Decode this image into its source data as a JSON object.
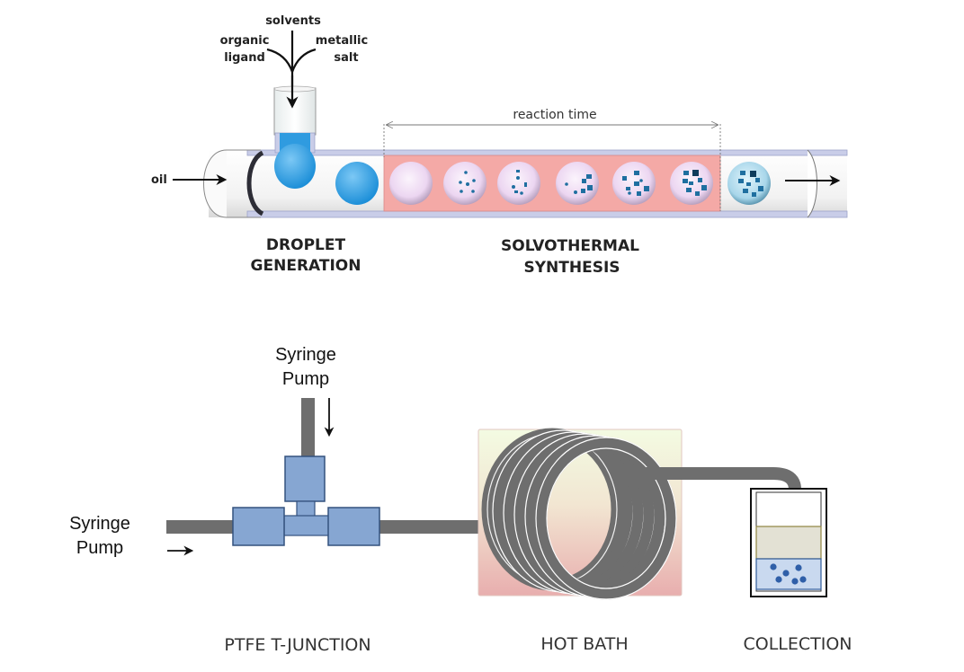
{
  "top_diagram": {
    "inputs": {
      "solvents": "solvents",
      "organic_ligand": [
        "organic",
        "ligand"
      ],
      "metallic_salt": [
        "metallic",
        "salt"
      ],
      "oil": "oil"
    },
    "reaction_time_label": "reaction time",
    "stage_labels": {
      "droplet_generation": [
        "DROPLET",
        "GENERATION"
      ],
      "solvothermal_synthesis": [
        "SOLVOTHERMAL",
        "SYNTHESIS"
      ]
    },
    "colors": {
      "droplet_blue": "#3aa6e6",
      "reaction_zone": "#f4a9a6",
      "droplet_pink": "#f1dcf3",
      "particle": "#1f6fa0",
      "tube_wall": "#c9cde8"
    }
  },
  "bottom_diagram": {
    "syringe_pump_top": [
      "Syringe",
      "Pump"
    ],
    "syringe_pump_left": [
      "Syringe",
      "Pump"
    ],
    "labels": {
      "t_junction": "PTFE T-JUNCTION",
      "hot_bath": "HOT BATH",
      "collection": "COLLECTION"
    },
    "colors": {
      "tubing": "#6e6e6e",
      "fitting": "#86a6d2",
      "fitting_border": "#34527e",
      "bath_top": "#f3fbe2",
      "bath_bottom": "#e8b0b0",
      "collection_liquid": "#c9d9ef",
      "collection_layer": "#e3e1d4"
    }
  }
}
